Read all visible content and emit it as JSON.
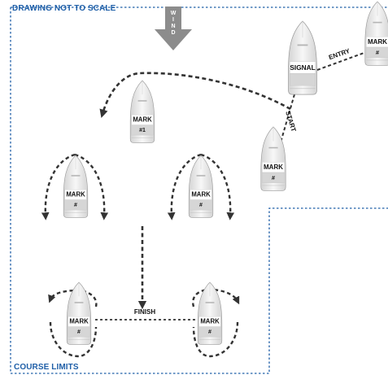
{
  "labels": {
    "not_to_scale": "DRAWING NOT TO SCALE",
    "course_limits": "COURSE LIMITS",
    "entry": "ENTRY",
    "start": "START",
    "finish": "FINISH"
  },
  "wind": {
    "letters": [
      "W",
      "I",
      "N",
      "D"
    ]
  },
  "boats": {
    "signal": {
      "name": "SIGNAL",
      "sub": ""
    },
    "entry_mark": {
      "name": "MARK",
      "sub": "#"
    },
    "mark_1": {
      "name": "MARK",
      "sub": "#1"
    },
    "start_mark": {
      "name": "MARK",
      "sub": "#"
    },
    "left_mark": {
      "name": "MARK",
      "sub": "#"
    },
    "middle_mark": {
      "name": "MARK",
      "sub": "#"
    },
    "finish_left": {
      "name": "MARK",
      "sub": "#"
    },
    "finish_right": {
      "name": "MARK",
      "sub": "#"
    }
  },
  "colors": {
    "course_line": "#1f5fa8",
    "wind_arrow": "#8c8c8c",
    "route": "#333333",
    "boat_hull": "#ececec",
    "boat_outline": "#9a9a9a"
  }
}
